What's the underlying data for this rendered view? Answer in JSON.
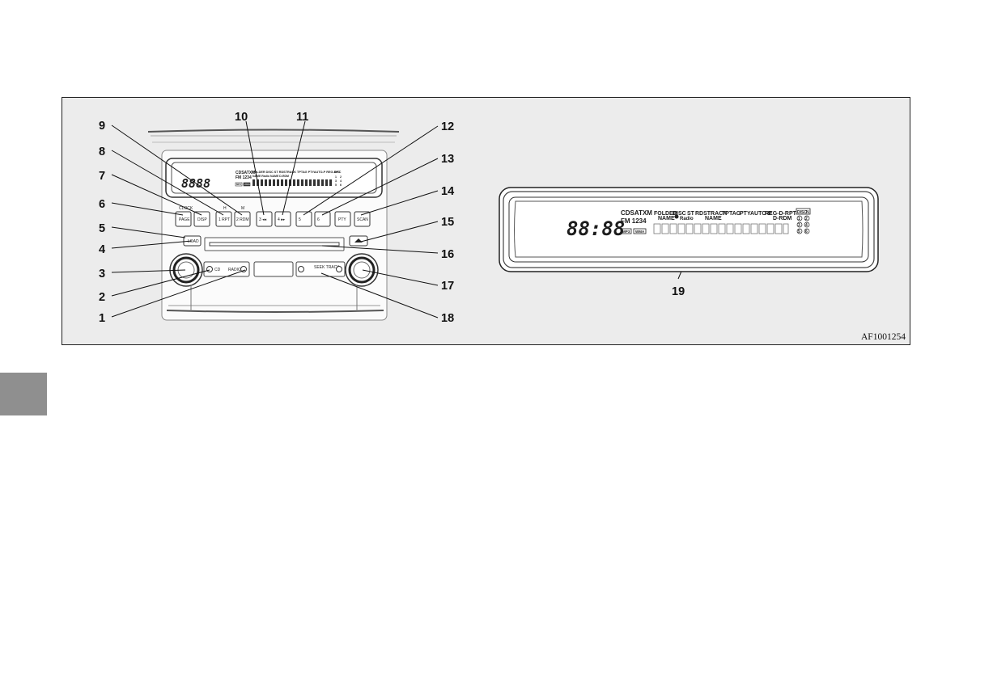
{
  "figure_id": "AF1001254",
  "callouts": [
    "1",
    "2",
    "3",
    "4",
    "5",
    "6",
    "7",
    "8",
    "9",
    "10",
    "11",
    "12",
    "13",
    "14",
    "15",
    "16",
    "17",
    "18",
    "19"
  ],
  "small_display": {
    "digits": "8888",
    "row1": "CDSATXM",
    "row2": "FM 1234",
    "indicators": "FOLDER DISC ST RDSTRACK TPTAG PTYAUTO-P REG-RPT",
    "row_b": "NAME  Radio   NAME   D-RDM",
    "badge1": "MP3",
    "badge2": "WMA",
    "disc": "DISC",
    "disc_nums": [
      "1",
      "2",
      "3",
      "4",
      "5",
      "6"
    ]
  },
  "buttons": {
    "page": "PAGE",
    "disp": "DISP",
    "rpt": "1 RPT",
    "rdm": "2 RDM",
    "b3": "3 ◂◂",
    "b4": "4 ▸▸",
    "b5": "5",
    "b6": "6",
    "pty": "PTY",
    "scan": "SCAN",
    "load": "LOAD",
    "cd": "CD",
    "radio": "RADIO",
    "seek_track": "SEEK TRACK",
    "clock": "CLOCK",
    "h": "H",
    "m": "M"
  },
  "large_display": {
    "digits": "88:88",
    "cd_sat_xm": "CDSATXM",
    "fm": "FM 1234",
    "folder": "FOLDER",
    "folder_name": "NAME",
    "disc": "DISC",
    "st": "ST",
    "rds_track": "RDSTRACK",
    "track_name": "NAME",
    "tp_tag": "TPTAG",
    "pty_autop": "PTYAUTO-P",
    "reg_rpt": "REG-D-RPT",
    "d_rdm": "D-RDM",
    "radio": "Radio",
    "disc_badge": "DISC",
    "disc_badge_n": "N",
    "disc_nums": [
      "1",
      "2",
      "3",
      "4",
      "5",
      "6"
    ],
    "mp3": "MP3",
    "wma": "WMA"
  }
}
